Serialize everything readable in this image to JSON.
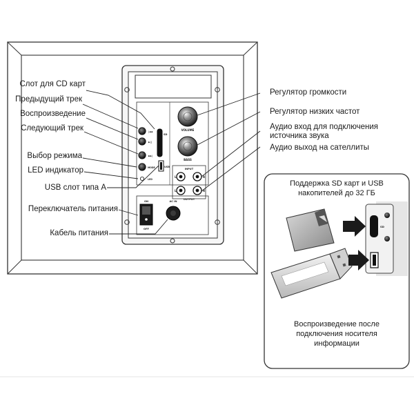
{
  "labels_left": {
    "cd_slot": "Слот для CD карт",
    "prev_track": "Предыдущий трек",
    "playback": "Воспроизведение",
    "next_track": "Следующий трек",
    "mode_select": "Выбор режима",
    "led_indicator": "LED индикатор",
    "usb_slot": "USB слот типа А",
    "power_switch": "Переключатель питания",
    "power_cable": "Кабель питания"
  },
  "labels_right": {
    "volume": "Регулятор громкости",
    "bass": "Регулятор низких частот",
    "audio_in_line1": "Аудио вход для подключения",
    "audio_in_line2": "источника звука",
    "audio_out": "Аудио выход на сателлиты"
  },
  "inset": {
    "title_line1": "Поддержка SD карт и USB",
    "title_line2": "накопителей до 32 ГБ",
    "footer_line1": "Воспроизведение после",
    "footer_line2": "подключения носителя",
    "footer_line3": "информации"
  },
  "panel_text": {
    "volume": "VOLUME",
    "bass": "BASS",
    "input": "INPUT",
    "output": "OUTPUT",
    "left": "L",
    "right": "R",
    "on": "ON",
    "off": "OFF",
    "ac_in": "AC IN",
    "usb": "USB",
    "sd": "SD",
    "mode": "MODE",
    "led": "LED"
  },
  "colors": {
    "line": "#333333",
    "panel_fill": "#f4f4f4",
    "knob": "#2a2a2a",
    "arrow": "#1a1a1a"
  }
}
